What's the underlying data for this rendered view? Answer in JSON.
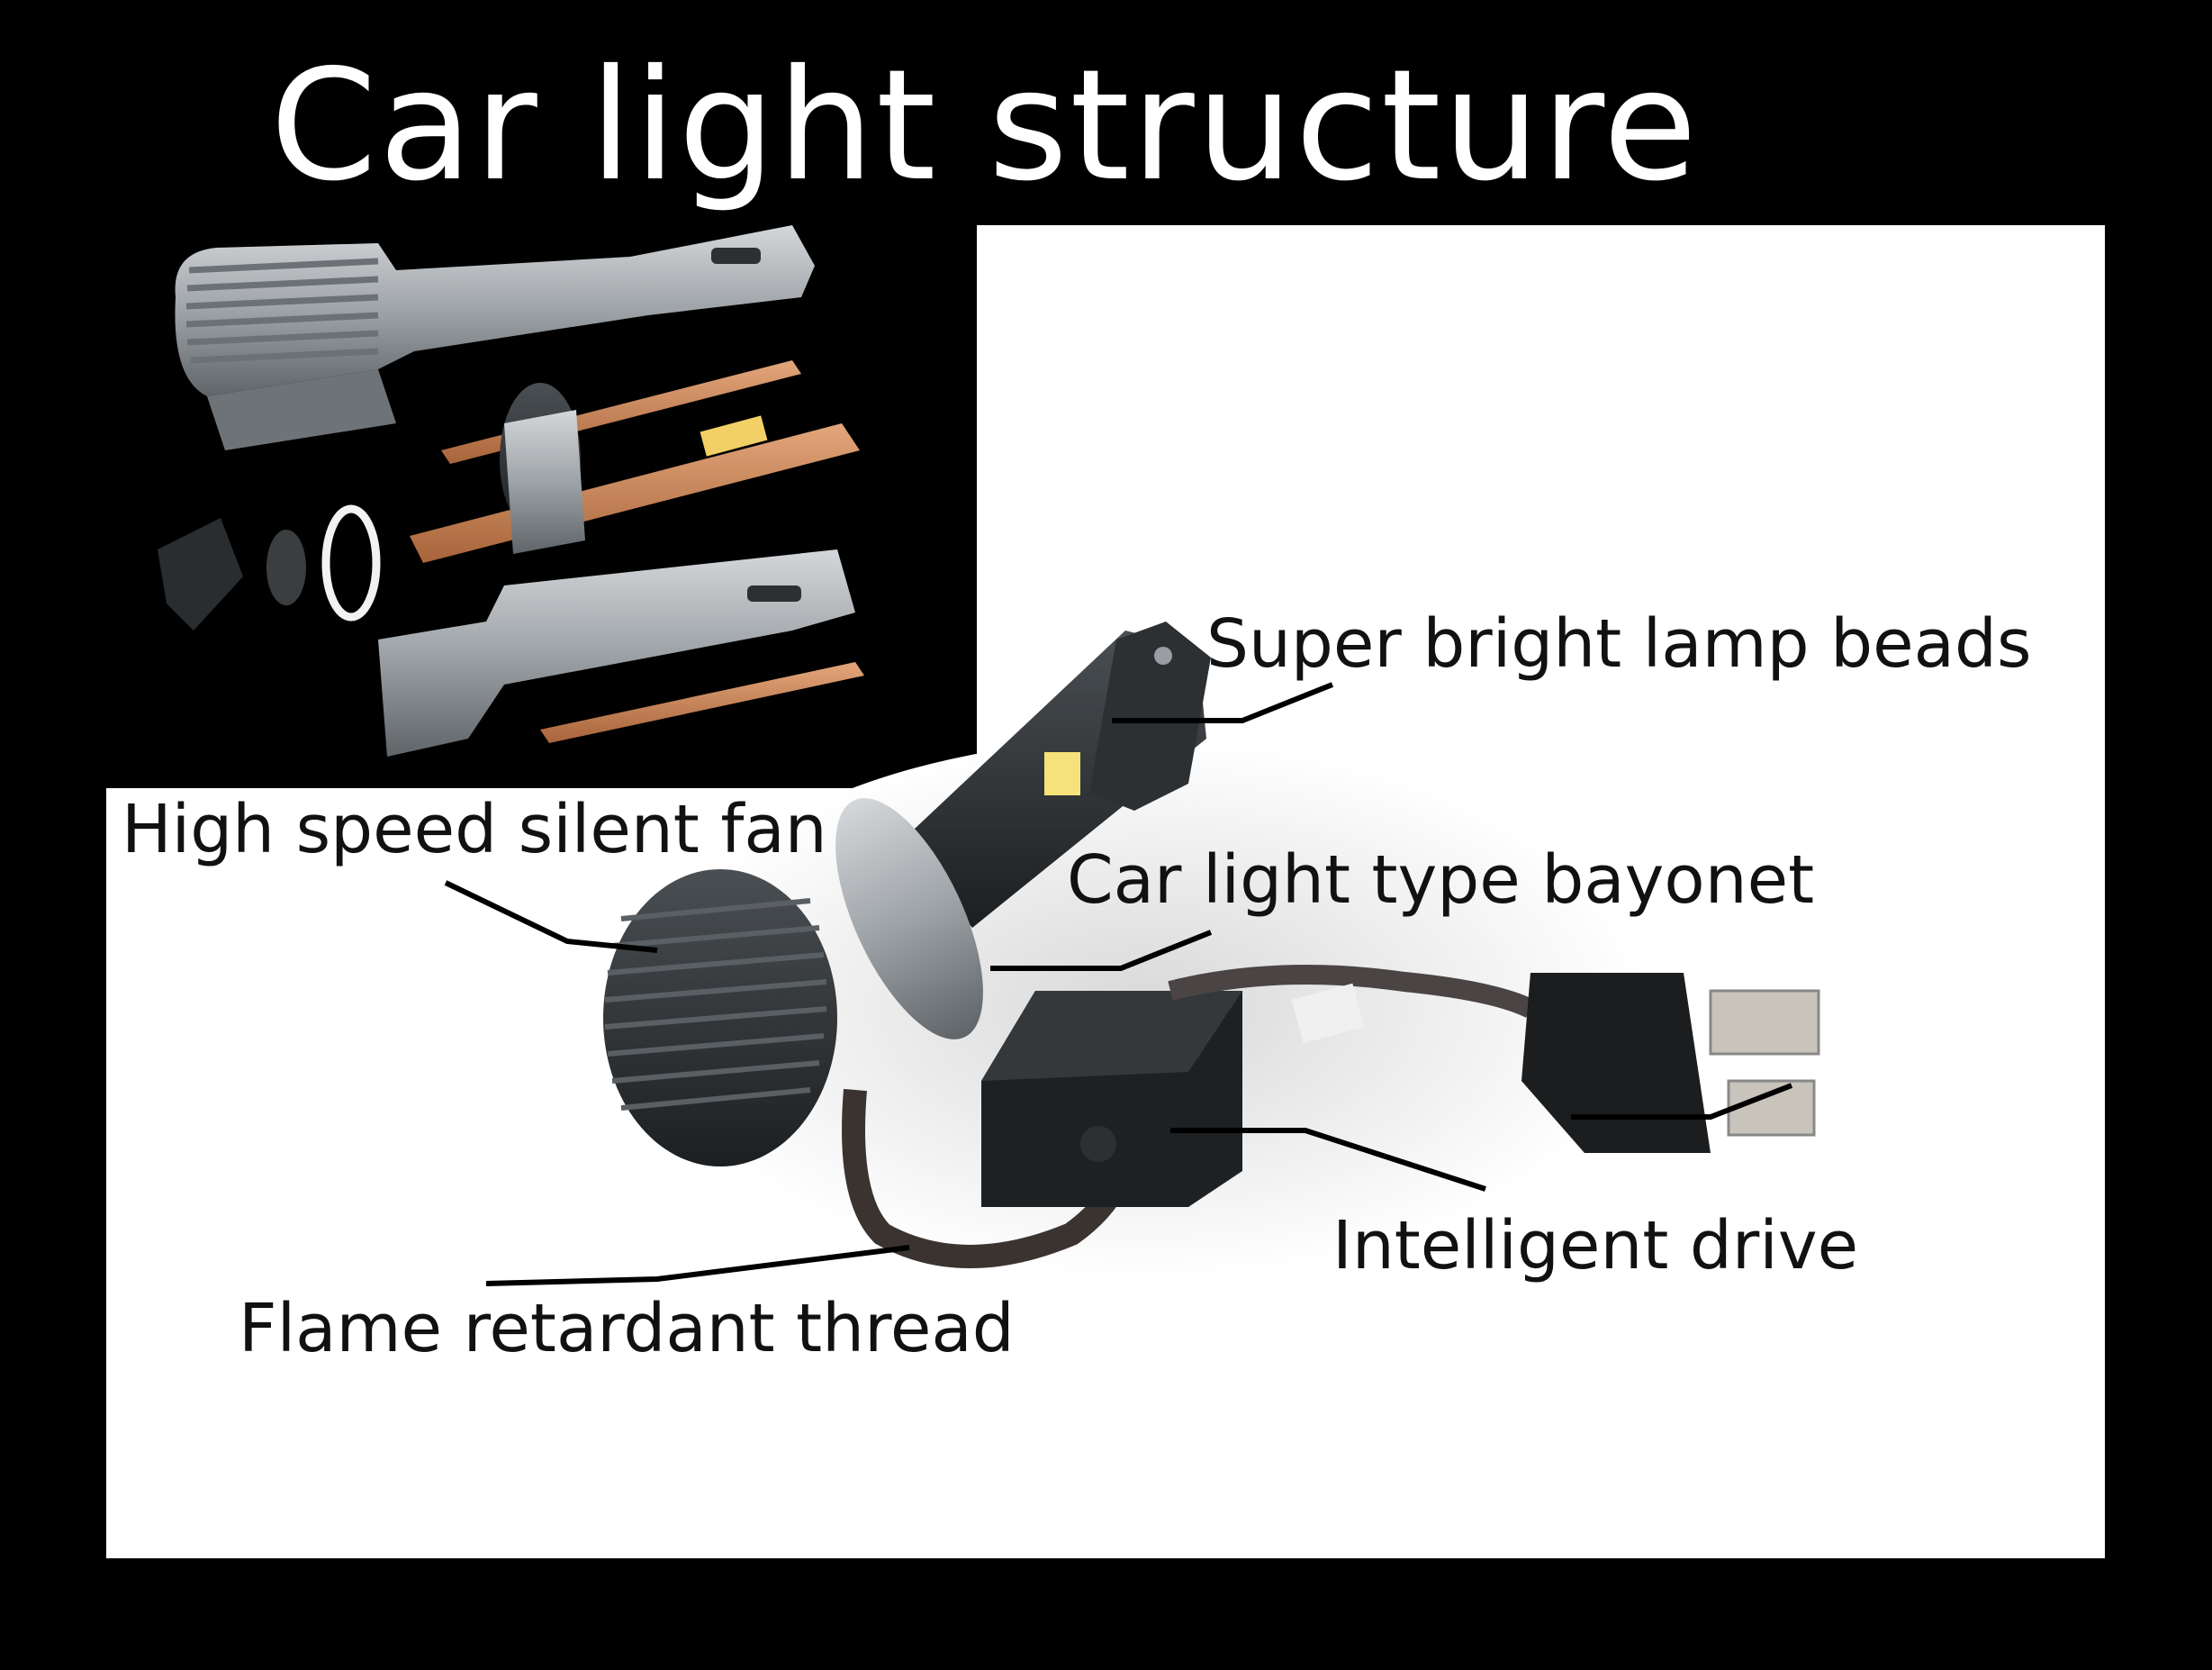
{
  "title": "Car light structure",
  "labels": {
    "lamp_beads": "Super bright lamp beads",
    "fan": "High speed silent fan",
    "bayonet": "Car light type bayonet",
    "drive": "Intelligent drive",
    "thread": "Flame retardant thread"
  },
  "colors": {
    "background": "#000000",
    "panel": "#ffffff",
    "title_text": "#ffffff",
    "label_text": "#111111",
    "leader_line": "#000000",
    "metal_light": "#b9bcbf",
    "metal_dark": "#2f3336",
    "copper": "#c9875a",
    "led_chip": "#f2d066"
  }
}
